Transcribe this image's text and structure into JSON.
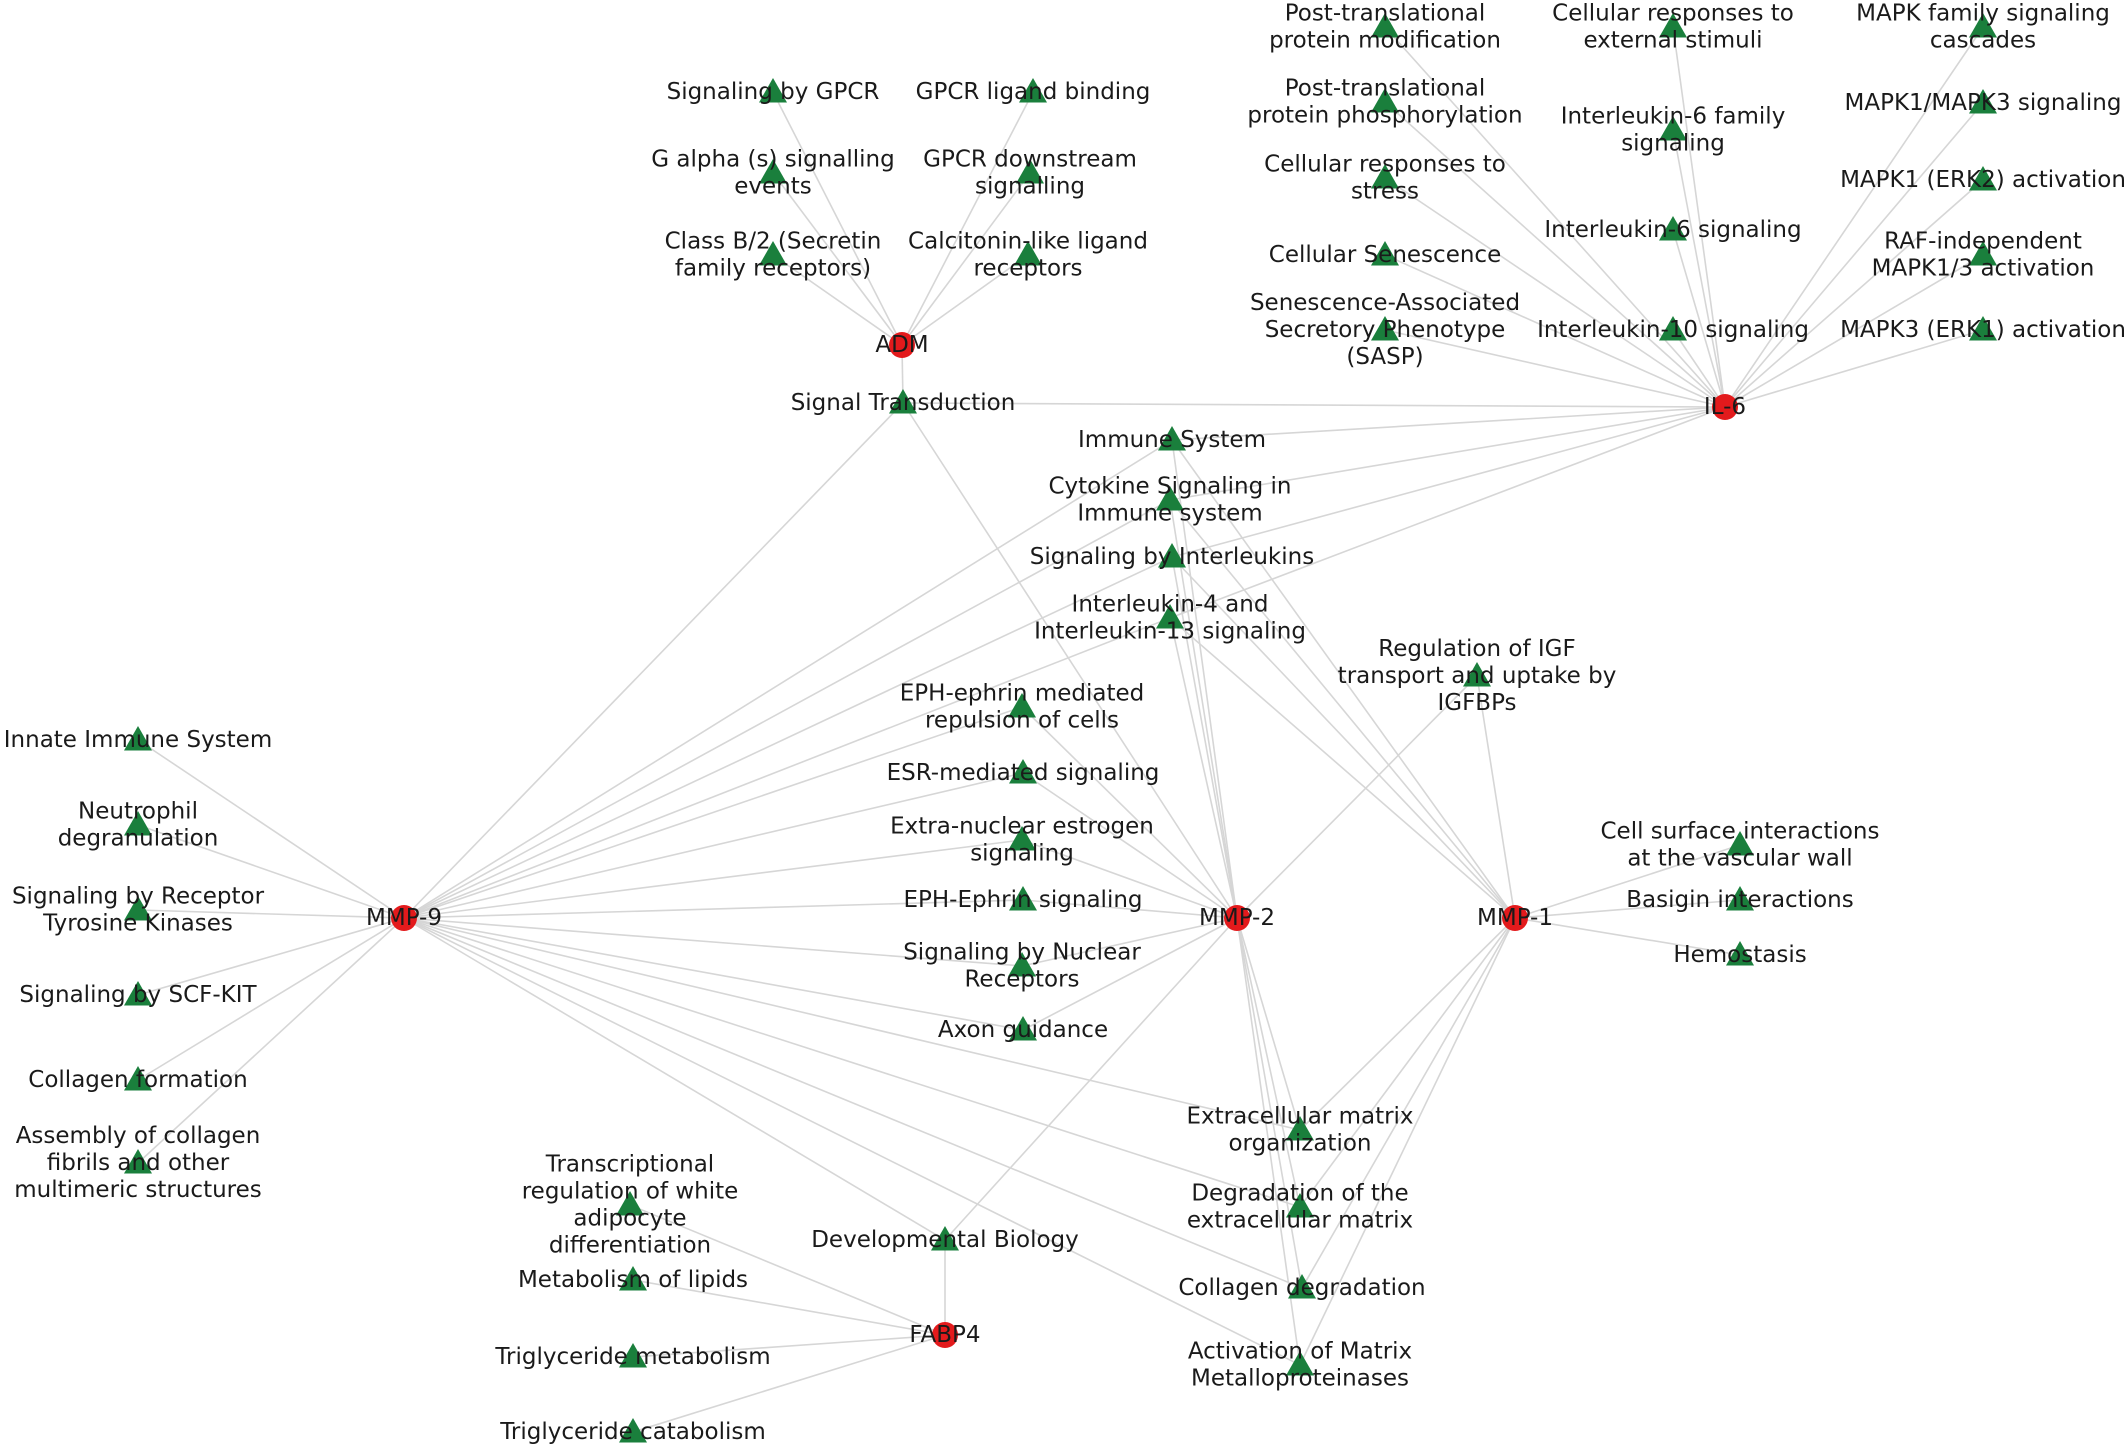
{
  "colors": {
    "gene": "#e31a1c",
    "pathway": "#1a7f3c",
    "edge": "#d6d6d6",
    "text": "#1a1a1a"
  },
  "genes": [
    {
      "id": "ADM",
      "label": "ADM"
    },
    {
      "id": "IL6",
      "label": "IL-6"
    },
    {
      "id": "MMP9",
      "label": "MMP-9"
    },
    {
      "id": "MMP2",
      "label": "MMP-2"
    },
    {
      "id": "MMP1",
      "label": "MMP-1"
    },
    {
      "id": "FABP4",
      "label": "FABP4"
    }
  ],
  "pathways": [
    {
      "id": "gpcr_sig",
      "lines": [
        "Signaling by GPCR"
      ]
    },
    {
      "id": "gpcr_lig",
      "lines": [
        "GPCR ligand binding"
      ]
    },
    {
      "id": "galpha",
      "lines": [
        "G alpha (s) signalling",
        "events"
      ]
    },
    {
      "id": "gpcr_down",
      "lines": [
        "GPCR downstream",
        "signalling"
      ]
    },
    {
      "id": "classb",
      "lines": [
        "Class B/2 (Secretin",
        "family receptors)"
      ]
    },
    {
      "id": "calci",
      "lines": [
        "Calcitonin-like ligand",
        "receptors"
      ]
    },
    {
      "id": "sigtrans",
      "lines": [
        "Signal Transduction"
      ]
    },
    {
      "id": "ptm",
      "lines": [
        "Post-translational",
        "protein modification"
      ]
    },
    {
      "id": "ptp",
      "lines": [
        "Post-translational",
        "protein phosphorylation"
      ]
    },
    {
      "id": "crstress",
      "lines": [
        "Cellular responses to",
        "stress"
      ]
    },
    {
      "id": "senes",
      "lines": [
        "Cellular Senescence"
      ]
    },
    {
      "id": "sasp",
      "lines": [
        "Senescence-Associated",
        "Secretory Phenotype",
        "(SASP)"
      ]
    },
    {
      "id": "crext",
      "lines": [
        "Cellular responses to",
        "external stimuli"
      ]
    },
    {
      "id": "il6fam",
      "lines": [
        "Interleukin-6 family",
        "signaling"
      ]
    },
    {
      "id": "il6sig",
      "lines": [
        "Interleukin-6 signaling"
      ]
    },
    {
      "id": "il10",
      "lines": [
        "Interleukin-10 signaling"
      ]
    },
    {
      "id": "mapkfam",
      "lines": [
        "MAPK family signaling",
        "cascades"
      ]
    },
    {
      "id": "mapk13",
      "lines": [
        "MAPK1/MAPK3 signaling"
      ]
    },
    {
      "id": "erk2",
      "lines": [
        "MAPK1 (ERK2) activation"
      ]
    },
    {
      "id": "rafind",
      "lines": [
        "RAF-independent",
        "MAPK1/3 activation"
      ]
    },
    {
      "id": "erk1",
      "lines": [
        "MAPK3 (ERK1) activation"
      ]
    },
    {
      "id": "immune",
      "lines": [
        "Immune System"
      ]
    },
    {
      "id": "cytok",
      "lines": [
        "Cytokine Signaling in",
        "Immune system"
      ]
    },
    {
      "id": "sigil",
      "lines": [
        "Signaling by Interleukins"
      ]
    },
    {
      "id": "il413",
      "lines": [
        "Interleukin-4 and",
        "Interleukin-13 signaling"
      ]
    },
    {
      "id": "igf",
      "lines": [
        "Regulation of IGF",
        "transport and uptake by",
        "IGFBPs"
      ]
    },
    {
      "id": "ephrep",
      "lines": [
        "EPH-ephrin mediated",
        "repulsion of cells"
      ]
    },
    {
      "id": "esr",
      "lines": [
        "ESR-mediated signaling"
      ]
    },
    {
      "id": "extranuc",
      "lines": [
        "Extra-nuclear estrogen",
        "signaling"
      ]
    },
    {
      "id": "ephsig",
      "lines": [
        "EPH-Ephrin signaling"
      ]
    },
    {
      "id": "nucrec",
      "lines": [
        "Signaling by Nuclear",
        "Receptors"
      ]
    },
    {
      "id": "axon",
      "lines": [
        "Axon guidance"
      ]
    },
    {
      "id": "cellsurf",
      "lines": [
        "Cell surface interactions",
        "at the vascular wall"
      ]
    },
    {
      "id": "basigin",
      "lines": [
        "Basigin interactions"
      ]
    },
    {
      "id": "hemo",
      "lines": [
        "Hemostasis"
      ]
    },
    {
      "id": "innate",
      "lines": [
        "Innate Immune System"
      ]
    },
    {
      "id": "neutro",
      "lines": [
        "Neutrophil",
        "degranulation"
      ]
    },
    {
      "id": "rtk",
      "lines": [
        "Signaling by Receptor",
        "Tyrosine Kinases"
      ]
    },
    {
      "id": "scfkit",
      "lines": [
        "Signaling by SCF-KIT"
      ]
    },
    {
      "id": "collform",
      "lines": [
        "Collagen formation"
      ]
    },
    {
      "id": "assembly",
      "lines": [
        "Assembly of collagen",
        "fibrils and other",
        "multimeric structures"
      ]
    },
    {
      "id": "ecmorg",
      "lines": [
        "Extracellular matrix",
        "organization"
      ]
    },
    {
      "id": "ecmdeg",
      "lines": [
        "Degradation of the",
        "extracellular matrix"
      ]
    },
    {
      "id": "colldeg",
      "lines": [
        "Collagen degradation"
      ]
    },
    {
      "id": "actmmp",
      "lines": [
        "Activation of Matrix",
        "Metalloproteinases"
      ]
    },
    {
      "id": "transc",
      "lines": [
        "Transcriptional",
        "regulation of white",
        "adipocyte",
        "differentiation"
      ]
    },
    {
      "id": "devbio",
      "lines": [
        "Developmental Biology"
      ]
    },
    {
      "id": "metlip",
      "lines": [
        "Metabolism of lipids"
      ]
    },
    {
      "id": "trimet",
      "lines": [
        "Triglyceride metabolism"
      ]
    },
    {
      "id": "tricat",
      "lines": [
        "Triglyceride catabolism"
      ]
    }
  ],
  "edges": [
    [
      "ADM",
      "gpcr_sig"
    ],
    [
      "ADM",
      "gpcr_lig"
    ],
    [
      "ADM",
      "galpha"
    ],
    [
      "ADM",
      "gpcr_down"
    ],
    [
      "ADM",
      "classb"
    ],
    [
      "ADM",
      "calci"
    ],
    [
      "ADM",
      "sigtrans"
    ],
    [
      "IL6",
      "ptm"
    ],
    [
      "IL6",
      "ptp"
    ],
    [
      "IL6",
      "crstress"
    ],
    [
      "IL6",
      "senes"
    ],
    [
      "IL6",
      "sasp"
    ],
    [
      "IL6",
      "crext"
    ],
    [
      "IL6",
      "il6fam"
    ],
    [
      "IL6",
      "il6sig"
    ],
    [
      "IL6",
      "il10"
    ],
    [
      "IL6",
      "mapkfam"
    ],
    [
      "IL6",
      "mapk13"
    ],
    [
      "IL6",
      "erk2"
    ],
    [
      "IL6",
      "rafind"
    ],
    [
      "IL6",
      "erk1"
    ],
    [
      "IL6",
      "sigtrans"
    ],
    [
      "IL6",
      "immune"
    ],
    [
      "IL6",
      "cytok"
    ],
    [
      "IL6",
      "sigil"
    ],
    [
      "IL6",
      "il413"
    ],
    [
      "MMP9",
      "sigtrans"
    ],
    [
      "MMP9",
      "immune"
    ],
    [
      "MMP9",
      "cytok"
    ],
    [
      "MMP9",
      "sigil"
    ],
    [
      "MMP9",
      "il413"
    ],
    [
      "MMP9",
      "ephrep"
    ],
    [
      "MMP9",
      "esr"
    ],
    [
      "MMP9",
      "extranuc"
    ],
    [
      "MMP9",
      "ephsig"
    ],
    [
      "MMP9",
      "nucrec"
    ],
    [
      "MMP9",
      "axon"
    ],
    [
      "MMP9",
      "innate"
    ],
    [
      "MMP9",
      "neutro"
    ],
    [
      "MMP9",
      "rtk"
    ],
    [
      "MMP9",
      "scfkit"
    ],
    [
      "MMP9",
      "collform"
    ],
    [
      "MMP9",
      "assembly"
    ],
    [
      "MMP9",
      "ecmorg"
    ],
    [
      "MMP9",
      "ecmdeg"
    ],
    [
      "MMP9",
      "colldeg"
    ],
    [
      "MMP9",
      "actmmp"
    ],
    [
      "MMP9",
      "devbio"
    ],
    [
      "MMP2",
      "sigtrans"
    ],
    [
      "MMP2",
      "immune"
    ],
    [
      "MMP2",
      "cytok"
    ],
    [
      "MMP2",
      "sigil"
    ],
    [
      "MMP2",
      "il413"
    ],
    [
      "MMP2",
      "igf"
    ],
    [
      "MMP2",
      "ephrep"
    ],
    [
      "MMP2",
      "esr"
    ],
    [
      "MMP2",
      "extranuc"
    ],
    [
      "MMP2",
      "ephsig"
    ],
    [
      "MMP2",
      "nucrec"
    ],
    [
      "MMP2",
      "axon"
    ],
    [
      "MMP2",
      "ecmorg"
    ],
    [
      "MMP2",
      "ecmdeg"
    ],
    [
      "MMP2",
      "colldeg"
    ],
    [
      "MMP2",
      "actmmp"
    ],
    [
      "MMP2",
      "devbio"
    ],
    [
      "MMP1",
      "immune"
    ],
    [
      "MMP1",
      "cytok"
    ],
    [
      "MMP1",
      "sigil"
    ],
    [
      "MMP1",
      "il413"
    ],
    [
      "MMP1",
      "igf"
    ],
    [
      "MMP1",
      "cellsurf"
    ],
    [
      "MMP1",
      "basigin"
    ],
    [
      "MMP1",
      "hemo"
    ],
    [
      "MMP1",
      "ecmorg"
    ],
    [
      "MMP1",
      "ecmdeg"
    ],
    [
      "MMP1",
      "colldeg"
    ],
    [
      "MMP1",
      "actmmp"
    ],
    [
      "FABP4",
      "transc"
    ],
    [
      "FABP4",
      "devbio"
    ],
    [
      "FABP4",
      "metlip"
    ],
    [
      "FABP4",
      "trimet"
    ],
    [
      "FABP4",
      "tricat"
    ]
  ]
}
